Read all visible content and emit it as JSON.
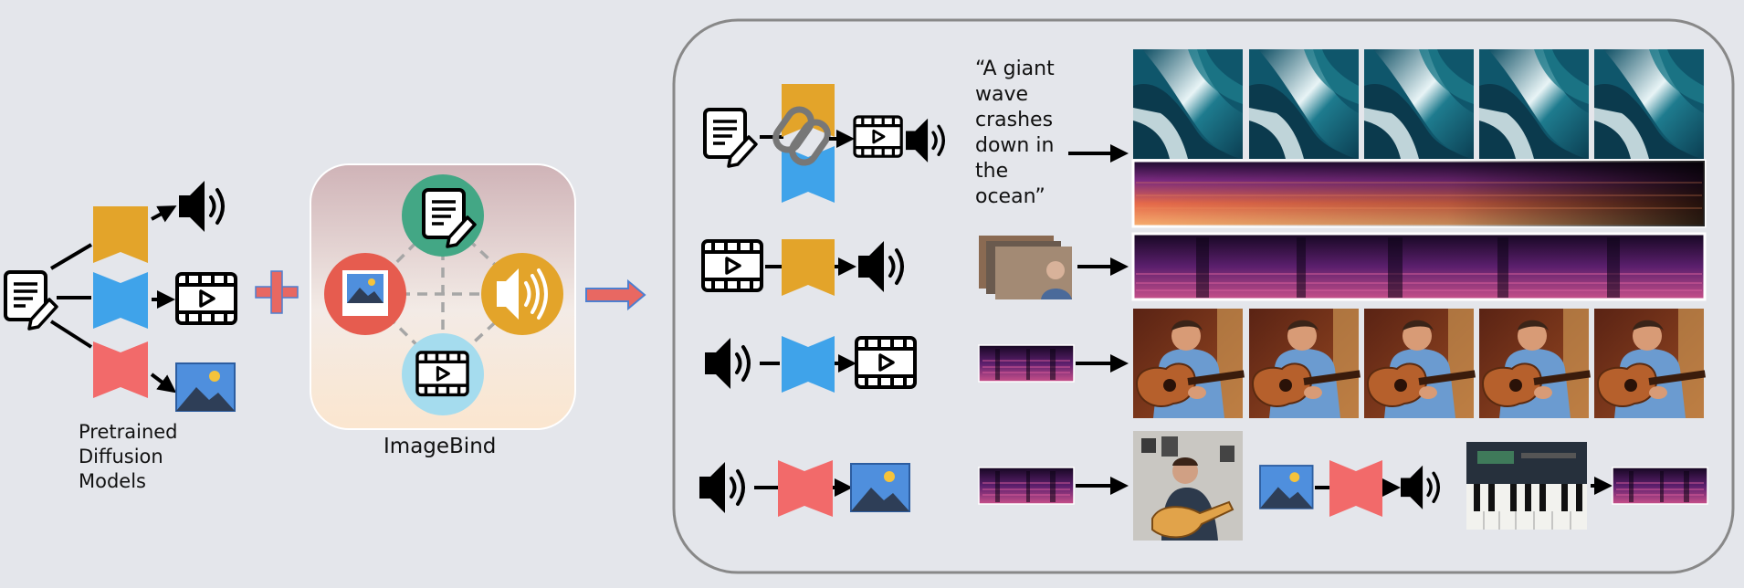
{
  "left_panel": {
    "caption_lines": [
      "Pretrained",
      "Diffusion",
      "Models"
    ]
  },
  "imagebind": {
    "label": "ImageBind"
  },
  "right_panel": {
    "prompt_text": "“A giant wave crashes down in the ocean”"
  },
  "colors": {
    "background": "#e4e6eb",
    "encoder_orange": "#e3a42a",
    "encoder_blue": "#3fa3ea",
    "encoder_red": "#f26a6a",
    "plus_red": "#e86862",
    "node_text_green": "#43a785",
    "node_image_red": "#e65c4f",
    "node_audio_orange": "#e3a42a",
    "node_video_lightblue": "#a5dcee",
    "image_icon_blue": "#4f8fdd"
  }
}
